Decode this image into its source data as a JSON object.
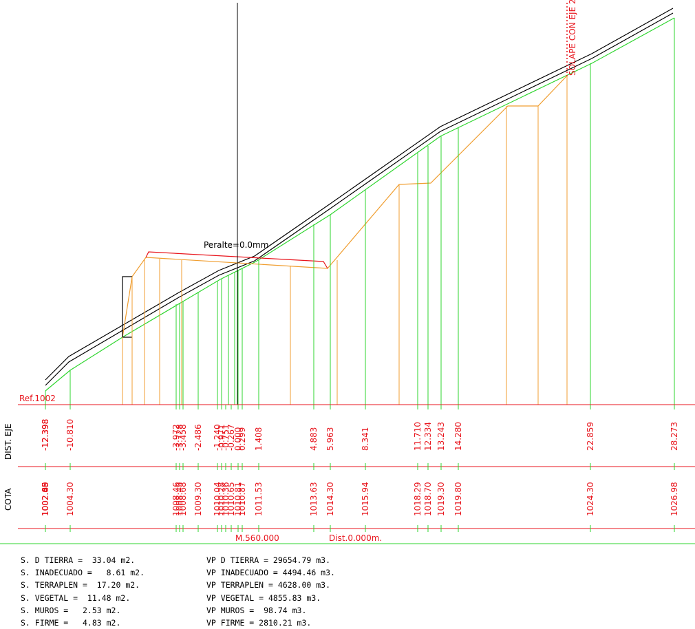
{
  "colors": {
    "terrain": "#2ed52e",
    "excavation": "#f09e30",
    "reference": "#e8141c",
    "road": "#000000",
    "labels": "#e8141c"
  },
  "profile": {
    "peralte_label": "Peralte=0.0mm",
    "axis_label": "SOLAPE CON EJE 2",
    "ref_label": "Ref.1002",
    "row_labels": {
      "dist": "DIST. EJE",
      "cota": "COTA"
    },
    "station_label": "M.560.000",
    "dist_label": "Dist.0.000m."
  },
  "stations": [
    {
      "dist": "-12.398",
      "cota": "1002.05"
    },
    {
      "dist": "-12.398",
      "cota": "1002.40"
    },
    {
      "dist": "-12.398",
      "cota": "1002.89"
    },
    {
      "dist": "-12.398",
      "cota": "1002.65"
    },
    {
      "dist": "-10.810",
      "cota": "1004.30"
    },
    {
      "dist": "-3.972",
      "cota": "1008.46"
    },
    {
      "dist": "-3.728",
      "cota": "1008.49"
    },
    {
      "dist": "-3.458",
      "cota": "1008.68"
    },
    {
      "dist": "-2.486",
      "cota": "1009.30"
    },
    {
      "dist": "-1.240",
      "cota": "1010.04"
    },
    {
      "dist": "-0.971",
      "cota": "1010.28"
    },
    {
      "dist": "-0.751",
      "cota": "1010.36"
    },
    {
      "dist": "-0.267",
      "cota": "1010.65"
    },
    {
      "dist": "0.000",
      "cota": "1010.81"
    },
    {
      "dist": "0.299",
      "cota": "1010.87"
    },
    {
      "dist": "1.408",
      "cota": "1011.53"
    },
    {
      "dist": "4.883",
      "cota": "1013.63"
    },
    {
      "dist": "5.963",
      "cota": "1014.30"
    },
    {
      "dist": "8.341",
      "cota": "1015.94"
    },
    {
      "dist": "11.710",
      "cota": "1018.29"
    },
    {
      "dist": "12.334",
      "cota": "1018.70"
    },
    {
      "dist": "13.243",
      "cota": "1019.30"
    },
    {
      "dist": "14.280",
      "cota": "1019.80"
    },
    {
      "dist": "22.859",
      "cota": "1024.30"
    },
    {
      "dist": "28.273",
      "cota": "1026.98"
    }
  ],
  "summary_left": [
    "S. D TIERRA =  33.04 m2.",
    "S. INADECUADO =   8.61 m2.",
    "S. TERRAPLEN =  17.20 m2.",
    "S. VEGETAL =  11.48 m2.",
    "S. MUROS =   2.53 m2.",
    "S. FIRME =   4.83 m2."
  ],
  "summary_right": [
    "VP D TIERRA = 29654.79 m3.",
    "VP INADECUADO = 4494.46 m3.",
    "VP TERRAPLEN = 4628.00 m3.",
    "VP VEGETAL = 4855.83 m3.",
    "VP MUROS =  98.74 m3.",
    "VP FIRME = 2810.21 m3."
  ]
}
